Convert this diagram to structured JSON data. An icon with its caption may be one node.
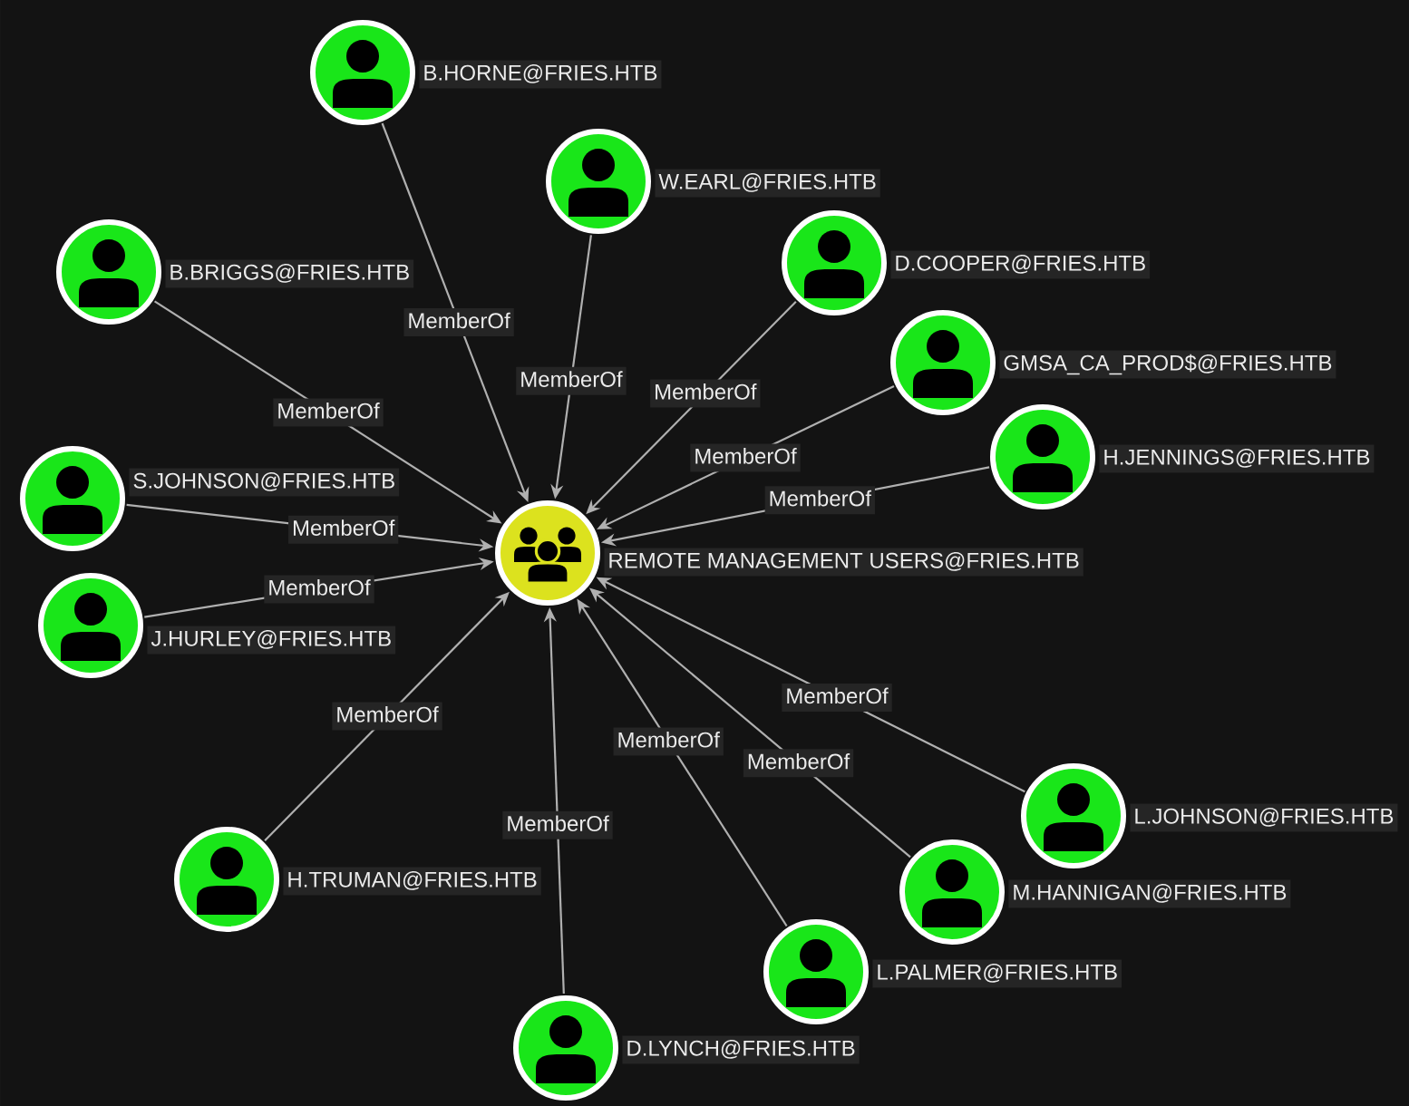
{
  "diagram": {
    "nodes": [
      {
        "text": [
          "W.EARL@FRIES.HTB"
        ]
      },
      {
        "text": [
          "B.HORNE@FRIES.HTB"
        ]
      },
      {
        "text": [
          "D.COOPER@FRIES.HTB"
        ]
      },
      {
        "text": [
          "B.BRIGGS@FRIES.HTB"
        ]
      },
      {
        "text": [
          "GMSA_CA_PROD$@FRIES.HTB"
        ]
      },
      {
        "text": [
          "S.JOHNSON@FRIES.HTB"
        ]
      },
      {
        "text": [
          "H.JENNINGS@FRIES.HTB"
        ]
      },
      {
        "text": [
          "REMOTE MANAGEMENT USERS@FRIES.HTB"
        ]
      },
      {
        "text": [
          "J.HURLEY@FRIES.HTB"
        ]
      },
      {
        "text": [
          "L.JOHNSON@FRIES.HTB"
        ]
      },
      {
        "text": [
          "H.TRUMAN@FRIES.HTB"
        ]
      },
      {
        "text": [
          "M.HANNIGAN@FRIES.HTB"
        ]
      },
      {
        "text": [
          "D.LYNCH@FRIES.HTB"
        ]
      },
      {
        "text": [
          "L.PALMER@FRIES.HTB"
        ]
      }
    ],
    "edges": [
      {
        "from": 0,
        "to": 7,
        "arrow": "to",
        "label": "MemberOf"
      },
      {
        "from": 1,
        "to": 7,
        "arrow": "to",
        "label": "MemberOf"
      },
      {
        "from": 2,
        "to": 7,
        "arrow": "to",
        "label": "MemberOf"
      },
      {
        "from": 3,
        "to": 7,
        "arrow": "to",
        "label": "MemberOf"
      },
      {
        "from": 4,
        "to": 7,
        "arrow": "to",
        "label": "MemberOf"
      },
      {
        "from": 5,
        "to": 7,
        "arrow": "to",
        "label": "MemberOf"
      },
      {
        "from": 6,
        "to": 7,
        "arrow": "to",
        "label": "MemberOf"
      },
      {
        "from": 8,
        "to": 7,
        "arrow": "to",
        "label": "MemberOf"
      },
      {
        "from": 9,
        "to": 7,
        "arrow": "to",
        "label": "MemberOf"
      },
      {
        "from": 10,
        "to": 7,
        "arrow": "to",
        "label": "MemberOf"
      },
      {
        "from": 11,
        "to": 7,
        "arrow": "to",
        "label": "MemberOf"
      },
      {
        "from": 12,
        "to": 7,
        "arrow": "to",
        "label": "MemberOf"
      },
      {
        "from": 13,
        "to": 7,
        "arrow": "to",
        "label": "MemberOf"
      }
    ]
  }
}
